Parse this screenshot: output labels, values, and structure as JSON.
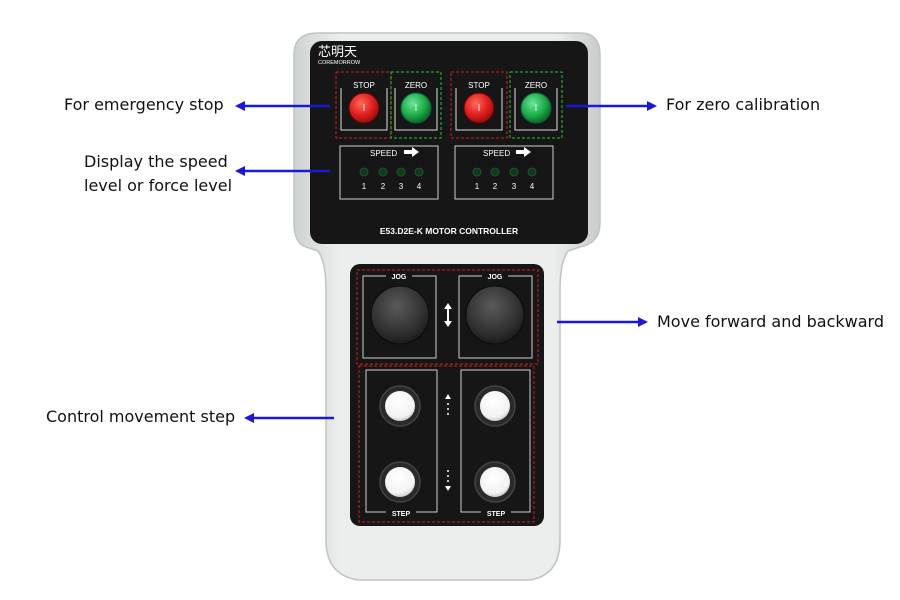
{
  "brand": {
    "name_cn": "芯明天",
    "name_en": "COREMORROW"
  },
  "model_label": "E53.D2E-K MOTOR CONTROLLER",
  "top_buttons": [
    {
      "label": "STOP",
      "color": "#e02020"
    },
    {
      "label": "ZERO",
      "color": "#1fb04a"
    },
    {
      "label": "STOP",
      "color": "#e02020"
    },
    {
      "label": "ZERO",
      "color": "#1fb04a"
    }
  ],
  "speed_panels": [
    {
      "label": "SPEED",
      "levels": [
        "1",
        "2",
        "3",
        "4"
      ]
    },
    {
      "label": "SPEED",
      "levels": [
        "1",
        "2",
        "3",
        "4"
      ]
    }
  ],
  "jog_label": "JOG",
  "step_label": "STEP",
  "callouts": {
    "emergency_stop": "For emergency stop",
    "zero_calibration": "For zero calibration",
    "speed_line1": "Display the speed",
    "speed_line2": "level or force level",
    "move": "Move forward and backward",
    "step": "Control movement step"
  },
  "colors": {
    "arrow": "#1a1ad6",
    "case": "#e6e8e8",
    "face": "#161616",
    "stop": "#e02020",
    "zero": "#1fb04a",
    "highlight_red": "#d62020",
    "highlight_green": "#2ec02e"
  }
}
